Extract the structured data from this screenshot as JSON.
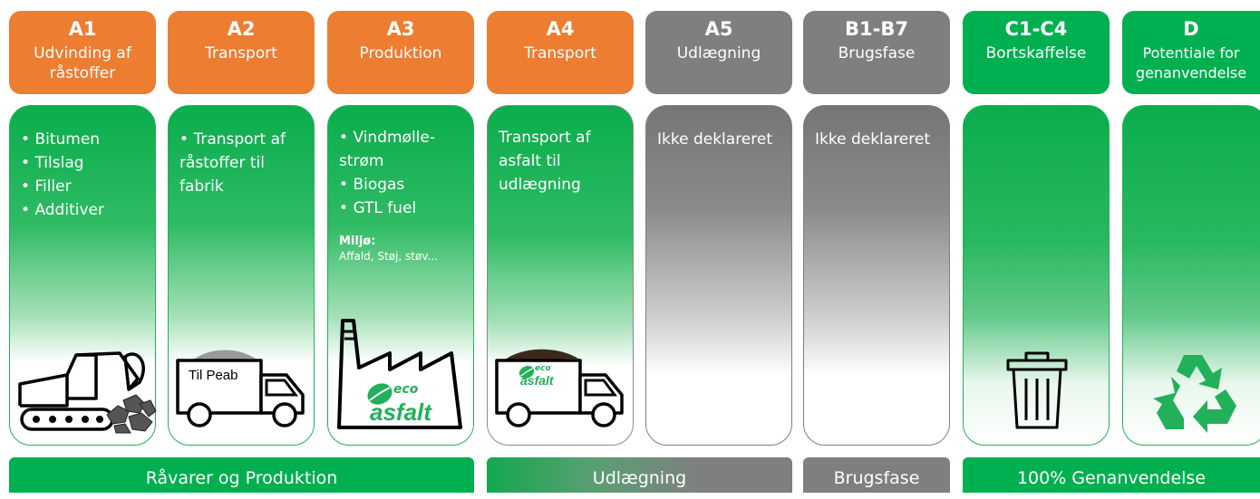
{
  "stages": [
    {
      "code": "A1",
      "name": "Udvinding af råstoffer"
    },
    {
      "code": "A2",
      "name": "Transport"
    },
    {
      "code": "A3",
      "name": "Produktion"
    },
    {
      "code": "A4",
      "name": "Transport"
    },
    {
      "code": "A5",
      "name": "Udlægning"
    },
    {
      "code": "B1-B7",
      "name": "Brugsfase"
    },
    {
      "code": "C1-C4",
      "name": "Bortskaffelse"
    },
    {
      "code": "D",
      "name": "Potentiale for genanvendelse"
    }
  ],
  "cards": {
    "a1": {
      "items": [
        "Bitumen",
        "Tilslag",
        "Filler",
        "Additiver"
      ]
    },
    "a2": {
      "items": [
        "Transport af råstoffer til fabrik"
      ],
      "truck_label": "Til Peab"
    },
    "a3": {
      "items": [
        "Vindmølle-strøm",
        "Biogas",
        "GTL fuel"
      ],
      "miljo_title": "Miljø:",
      "miljo_text": "Affald, Støj, støv..."
    },
    "a4": {
      "text": "Transport af asfalt til udlægning"
    },
    "a5": {
      "text": "Ikke deklareret"
    },
    "b": {
      "text": "Ikke deklareret"
    }
  },
  "logo": {
    "eco": "eco",
    "asfalt": "asfalt"
  },
  "footer": {
    "produktion": "Råvarer og Produktion",
    "udlaegning": "Udlægning",
    "brugsfase": "Brugsfase",
    "genanvendelse": "100% Genanvendelse"
  },
  "colors": {
    "orange": "#ED7D31",
    "grey": "#7F7F7F",
    "green": "#00B050"
  }
}
